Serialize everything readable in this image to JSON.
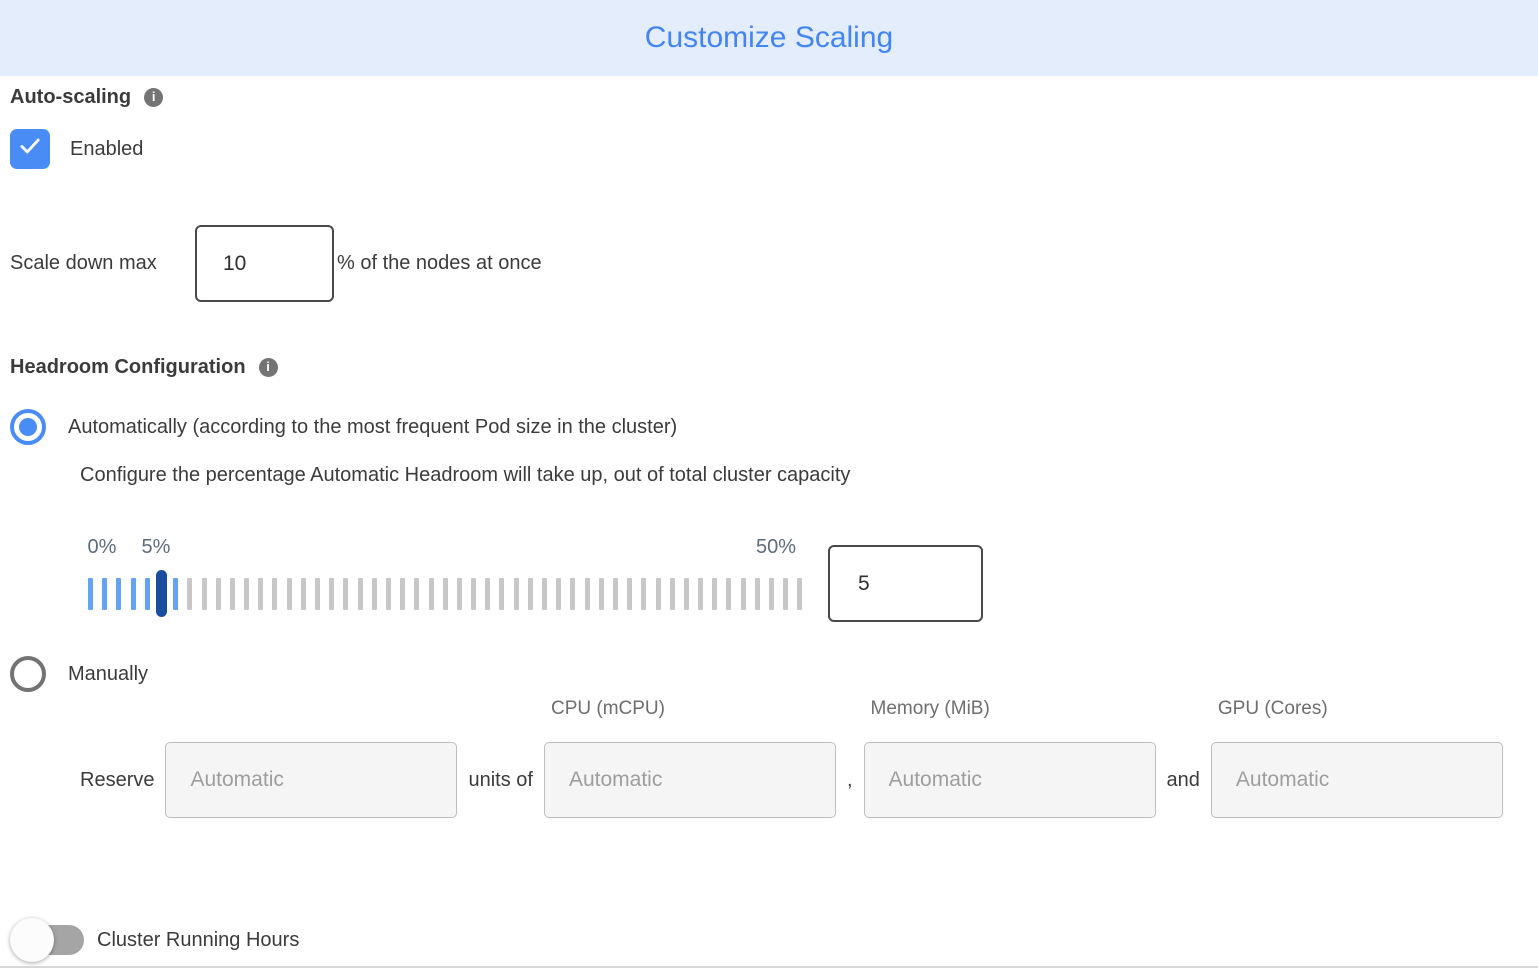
{
  "header": {
    "title": "Customize Scaling"
  },
  "auto_scaling": {
    "label": "Auto-scaling",
    "enabled_label": "Enabled",
    "checked": true
  },
  "scale_down": {
    "label": "Scale down max",
    "value": "10",
    "suffix": "% of the nodes at once"
  },
  "headroom": {
    "label": "Headroom Configuration",
    "automatic": {
      "label": "Automatically (according to the most frequent Pod size in the cluster)",
      "description": "Configure the percentage Automatic Headroom will take up, out of total cluster capacity",
      "selected": true,
      "slider": {
        "min_label": "0%",
        "current_label": "5%",
        "max_label": "50%",
        "tick_count": 51,
        "filled_tick_count": 7,
        "handle_tick_index": 5,
        "value": "5"
      }
    },
    "manual": {
      "label": "Manually",
      "selected": false,
      "reserve_label": "Reserve",
      "units_of_label": "units of",
      "comma_separator": ",",
      "and_separator": "and",
      "fields": [
        {
          "header": "",
          "placeholder": "Automatic"
        },
        {
          "header": "CPU (mCPU)",
          "placeholder": "Automatic"
        },
        {
          "header": "Memory (MiB)",
          "placeholder": "Automatic"
        },
        {
          "header": "GPU (Cores)",
          "placeholder": "Automatic"
        }
      ]
    }
  },
  "cluster_running_hours": {
    "label": "Cluster Running Hours",
    "enabled": false
  },
  "colors": {
    "primary_blue": "#4285f4",
    "control_blue": "#4a8cf5",
    "slider_fill_blue": "#64a2f3",
    "slider_handle_blue": "#1a4d9e",
    "header_bg": "#e4edfc",
    "text_dark": "#3b3b3b",
    "muted_gray": "#6e6e6e",
    "placeholder_gray": "#9e9e9e",
    "toggle_track": "#a5a5a5",
    "divider": "#d8d8d8"
  }
}
